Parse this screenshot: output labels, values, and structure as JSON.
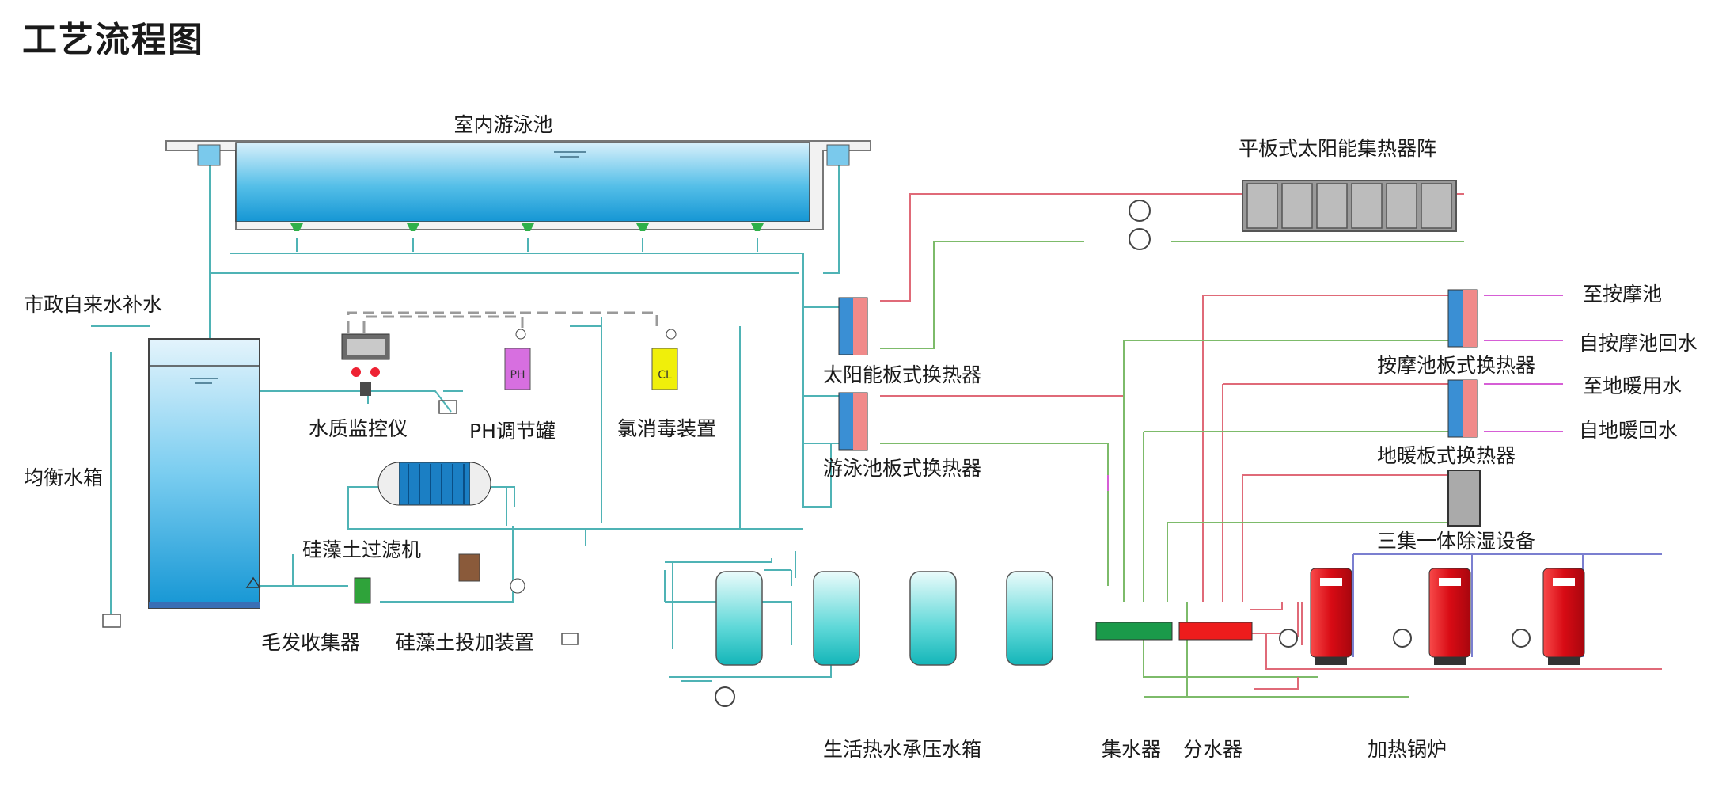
{
  "title": "工艺流程图",
  "labels": {
    "pool": "室内游泳池",
    "solar_array": "平板式太阳能集热器阵",
    "city_water": "市政自来水补水",
    "balance_tank": "均衡水箱",
    "monitor": "水质监控仪",
    "ph_tank": "PH调节罐",
    "chlorine": "氯消毒装置",
    "diatom_filter": "硅藻土过滤机",
    "hair_collector": "毛发收集器",
    "diatom_dosing": "硅藻土投加装置",
    "solar_hx": "太阳能板式换热器",
    "pool_hx": "游泳池板式换热器",
    "hot_water_tanks": "生活热水承压水箱",
    "collector": "集水器",
    "distributor": "分水器",
    "boilers": "加热锅炉",
    "to_spa": "至按摩池",
    "from_spa": "自按摩池回水",
    "spa_hx": "按摩池板式换热器",
    "to_floor": "至地暖用水",
    "from_floor": "自地暖回水",
    "floor_hx": "地暖板式换热器",
    "dehumidifier": "三集一体除湿设备"
  },
  "tank_marks": {
    "ph": "PH",
    "cl": "CL"
  },
  "colors": {
    "cyan_pipe": "#4fb3b5",
    "red_pipe": "#e06a78",
    "green_pipe": "#7dbb6a",
    "magenta_pipe": "#d65ed6",
    "blue_pipe": "#7b7fd0",
    "collector_green": "#1a9a4a",
    "distributor_red": "#ee1c1c",
    "boiler_red": "#e8101a"
  }
}
